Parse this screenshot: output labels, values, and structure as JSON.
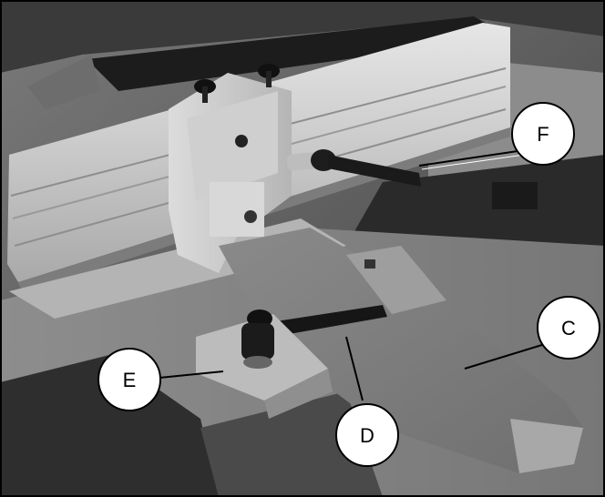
{
  "callouts": [
    {
      "id": "F",
      "label": "F"
    },
    {
      "id": "C",
      "label": "C"
    },
    {
      "id": "E",
      "label": "E"
    },
    {
      "id": "D",
      "label": "D"
    }
  ]
}
